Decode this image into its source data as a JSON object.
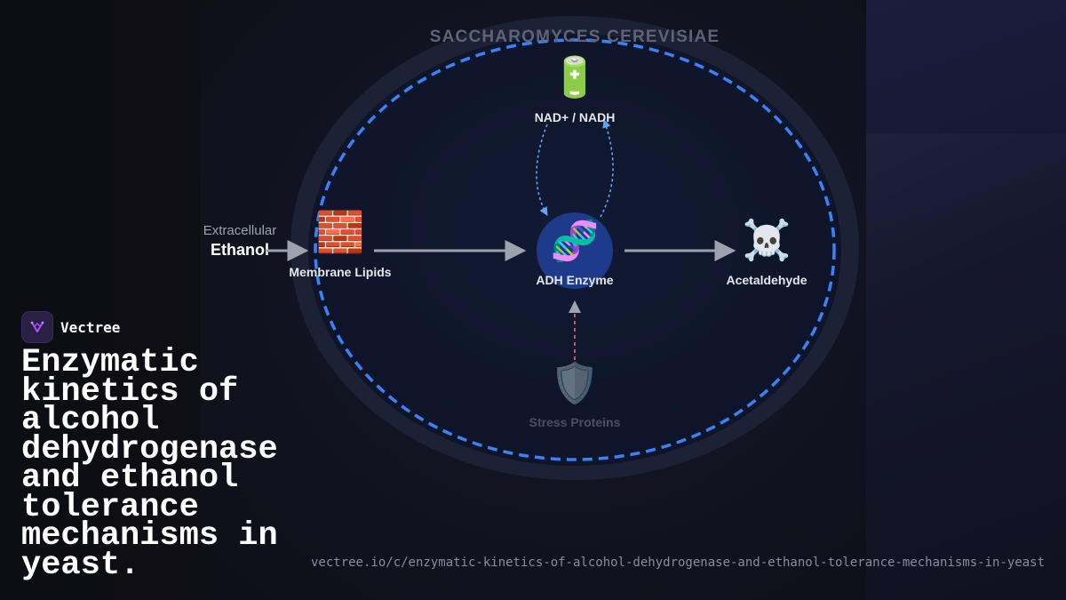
{
  "diagram": {
    "cell_label": "SACCHAROMYCES CEREVISIAE",
    "extracellular_label": "Extracellular",
    "ethanol_label": "Ethanol",
    "nodes": {
      "membrane": {
        "label": "Membrane Lipids",
        "icon": "🧱",
        "icon_name": "brick-wall-icon"
      },
      "adh": {
        "label": "ADH Enzyme",
        "icon": "🧬",
        "icon_name": "dna-icon"
      },
      "acetaldehyde": {
        "label": "Acetaldehyde",
        "icon": "☠️",
        "icon_name": "skull-crossbones-icon"
      },
      "nad": {
        "label": "NAD+ / NADH",
        "icon": "🔋",
        "icon_name": "battery-icon"
      },
      "stress": {
        "label": "Stress Proteins",
        "icon": "🛡️",
        "icon_name": "shield-icon"
      }
    },
    "colors": {
      "membrane_dash": "#3b82f6",
      "flow_arrow": "#9ca3af",
      "cofactor_arrow": "#60a5fa",
      "stress_line": "#ef6b7b",
      "enzyme_fill": "#1e3a8a"
    }
  },
  "brand": {
    "name": "Vectree"
  },
  "headline": "Enzymatic kinetics of alcohol dehydrogenase and ethanol tolerance mechanisms in yeast.",
  "url": "vectree.io/c/enzymatic-kinetics-of-alcohol-dehydrogenase-and-ethanol-tolerance-mechanisms-in-yeast"
}
